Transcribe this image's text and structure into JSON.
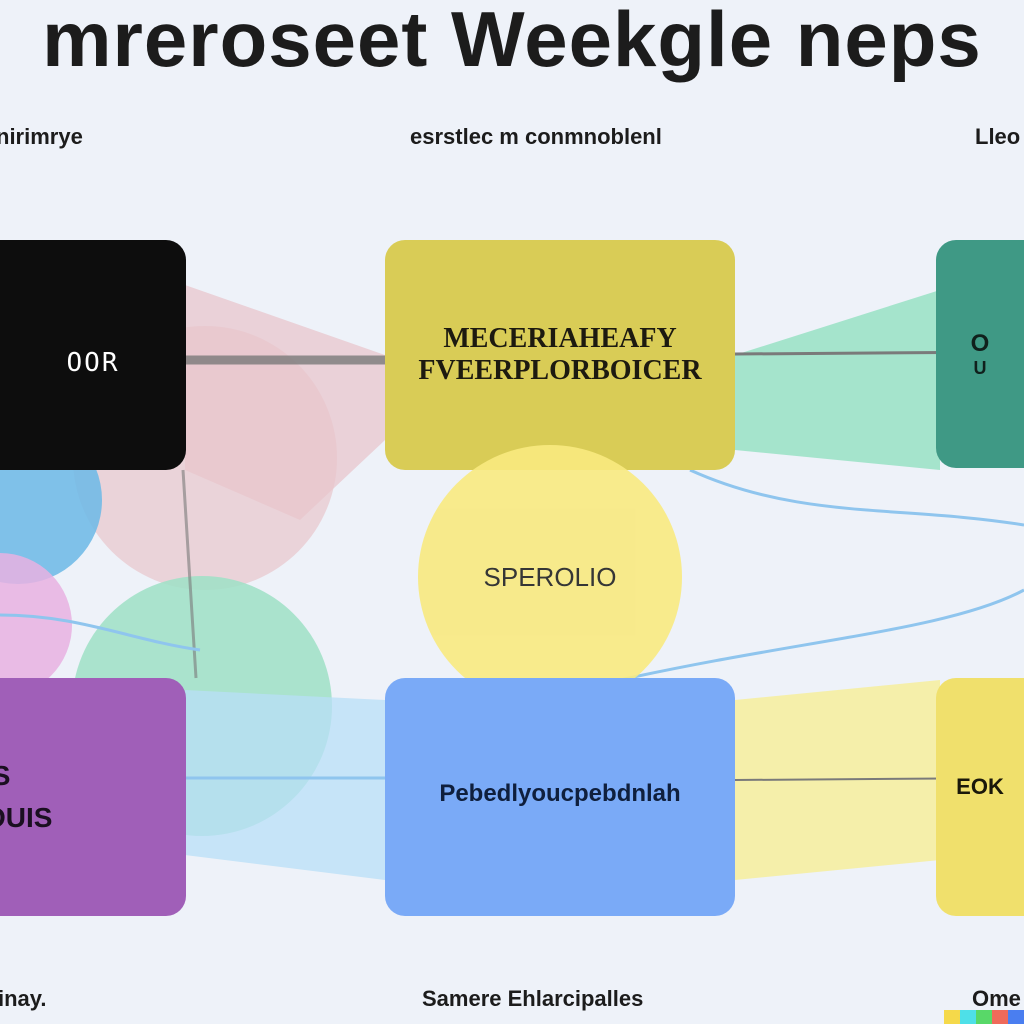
{
  "title": "mreroseet Weekgle neps",
  "column_labels": {
    "left": "nirimrye",
    "center": "esrstlec m conmnoblenl",
    "right": "Lleo"
  },
  "nodes": {
    "left_top": {
      "text": "OOR"
    },
    "center_top": {
      "line1": "MECERIAHEAFY",
      "line2": "FVEERPLORBOICER"
    },
    "right_top": {
      "line1": "O",
      "line2": "U"
    },
    "center_circle": {
      "text": "SPEROLIO"
    },
    "left_bottom": {
      "line1": "IS",
      "line2": "OUIS"
    },
    "center_bottom": {
      "text": "Pebedlyoucpebdnlah"
    },
    "right_bottom": {
      "text": "EOK"
    }
  },
  "footer_labels": {
    "left": "inay.",
    "center": "Samere Ehlarcipalles",
    "right": "Ome"
  },
  "colors": {
    "black_box": "#0d0d0d",
    "olive_box": "#d9cc56",
    "teal_box": "#3f9985",
    "yellow_circle": "#f8ea80",
    "purple_box": "#a05fb8",
    "blue_box": "#7aaaf7",
    "yellow_box": "#f0e06c",
    "pink_blob": "#e8c6cc",
    "blue_blob": "#6bb8e6",
    "mint_blob": "#9ee0c6",
    "lilac_blob": "#e8b2e2",
    "light_blue_fan": "#b8dff7",
    "mint_fan": "#98e2c4",
    "pale_yellow_fan": "#f6ef9c",
    "connector_line": "#7a7a7a",
    "wave_line": "#8fc5ee"
  },
  "color_bar": [
    "#f5d94a",
    "#4ee0e8",
    "#58d868",
    "#ef6a5a",
    "#4a7ef0"
  ]
}
